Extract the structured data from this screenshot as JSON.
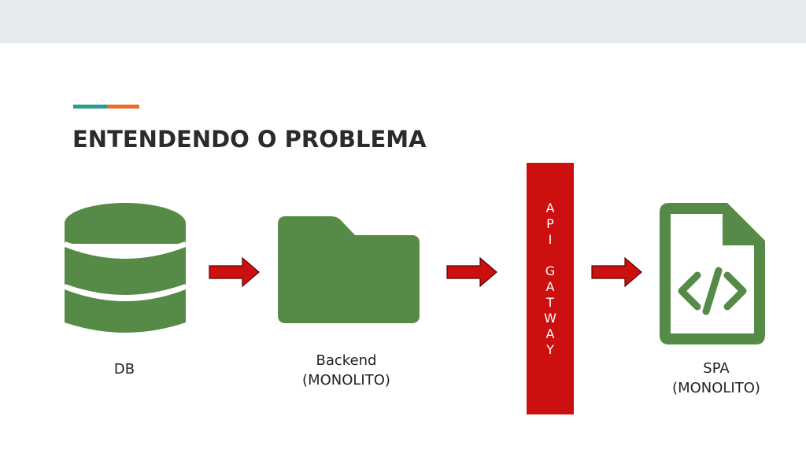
{
  "slide": {
    "title": "ENTENDENDO O PROBLEMA"
  },
  "diagram": {
    "nodes": [
      {
        "id": "db",
        "icon": "database-icon",
        "label": "DB"
      },
      {
        "id": "backend",
        "icon": "folder-icon",
        "label": "Backend\n(MONOLITO)"
      },
      {
        "id": "gateway",
        "label": "API GATWAY",
        "stacked_letters": "A\nP\nI\n\nG\nA\nT\nW\nA\nY"
      },
      {
        "id": "spa",
        "icon": "code-file-icon",
        "label": "SPA\n(MONOLITO)"
      }
    ],
    "edges": [
      {
        "from": "db",
        "to": "backend"
      },
      {
        "from": "backend",
        "to": "gateway"
      },
      {
        "from": "gateway",
        "to": "spa"
      }
    ]
  },
  "colors": {
    "icon_green": "#558b47",
    "arrow_red": "#cc0f0f",
    "gateway_red": "#cc0f0f",
    "accent_teal": "#2a9d8f",
    "accent_orange": "#e76f2c"
  }
}
